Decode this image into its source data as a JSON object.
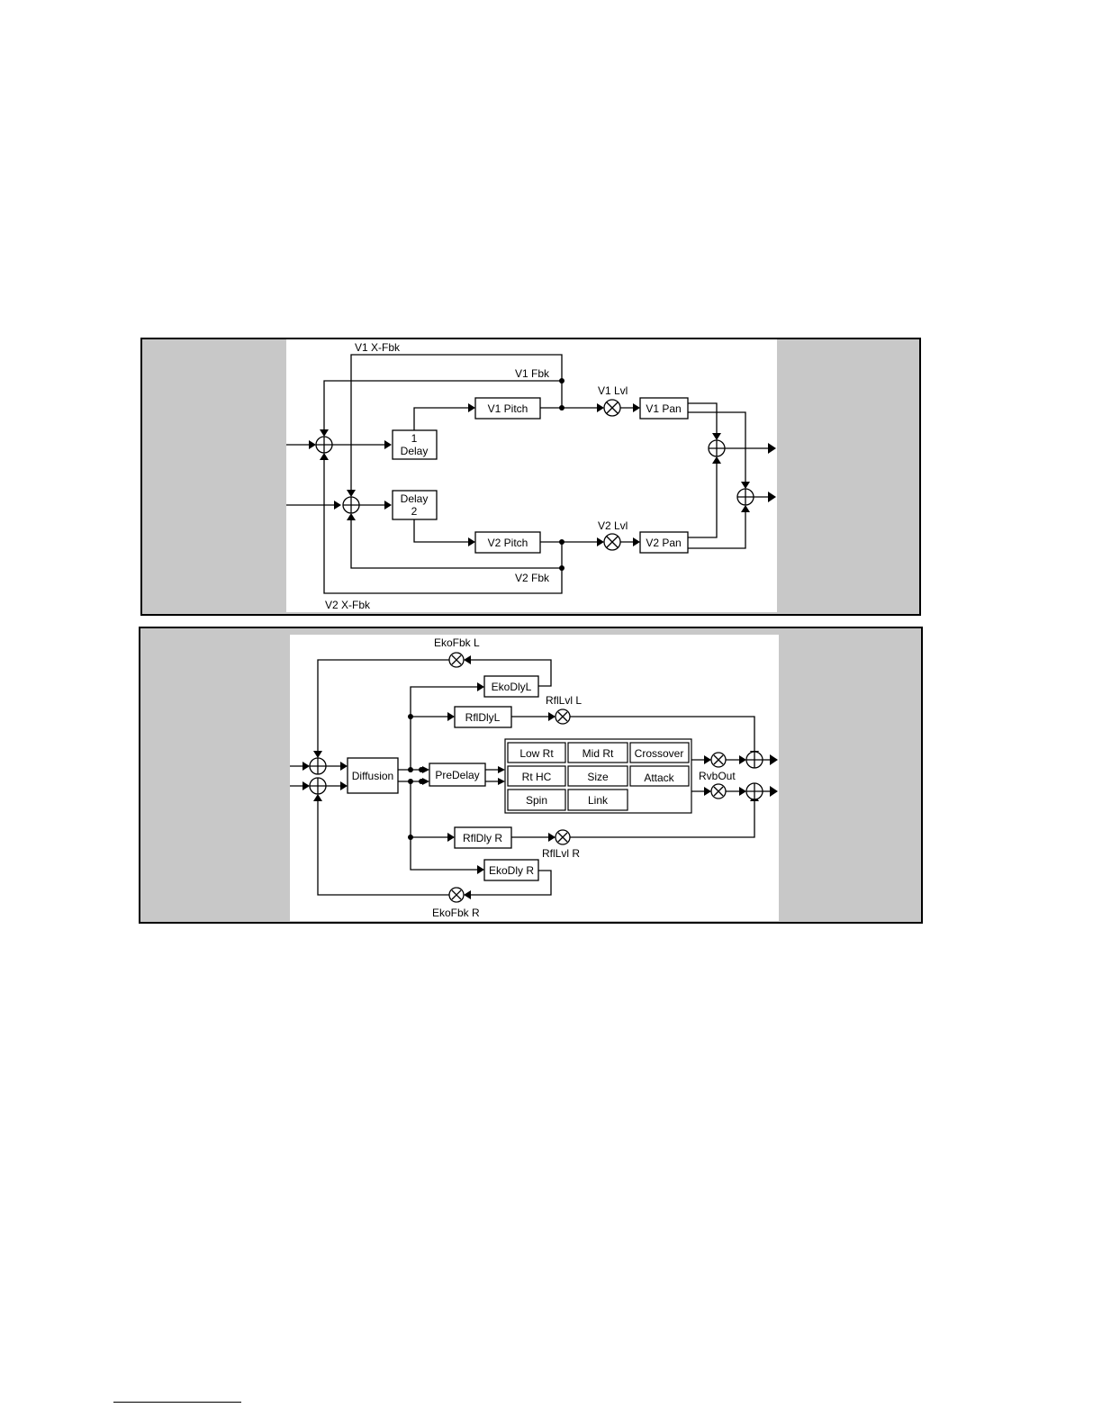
{
  "diagram1": {
    "labels": {
      "v1_xfbk": "V1 X-Fbk",
      "v1_fbk": "V1 Fbk",
      "v1_lvl": "V1 Lvl",
      "v2_lvl": "V2 Lvl",
      "v2_fbk": "V2 Fbk",
      "v2_xfbk": "V2 X-Fbk"
    },
    "blocks": {
      "v1_pitch": "V1 Pitch",
      "v1_pan": "V1 Pan",
      "delay1_a": "1",
      "delay1_b": "Delay",
      "delay2_a": "Delay",
      "delay2_b": "2",
      "v2_pitch": "V2 Pitch",
      "v2_pan": "V2 Pan"
    }
  },
  "diagram2": {
    "labels": {
      "eko_fbk_l": "EkoFbk L",
      "rfl_lvl_l": "RflLvl L",
      "rvb_out": "RvbOut",
      "rfl_lvl_r": "RflLvl R",
      "eko_fbk_r": "EkoFbk R"
    },
    "blocks": {
      "eko_dly_l": "EkoDlyL",
      "rfl_dly_l": "RflDlyL",
      "diffusion": "Diffusion",
      "predelay": "PreDelay",
      "rfl_dly_r": "RflDly R",
      "eko_dly_r": "EkoDly R"
    },
    "grid": {
      "low_rt": "Low Rt",
      "mid_rt": "Mid Rt",
      "crossover": "Crossover",
      "rt_hc": "Rt HC",
      "size": "Size",
      "attack": "Attack",
      "spin": "Spin",
      "link": "Link"
    }
  }
}
